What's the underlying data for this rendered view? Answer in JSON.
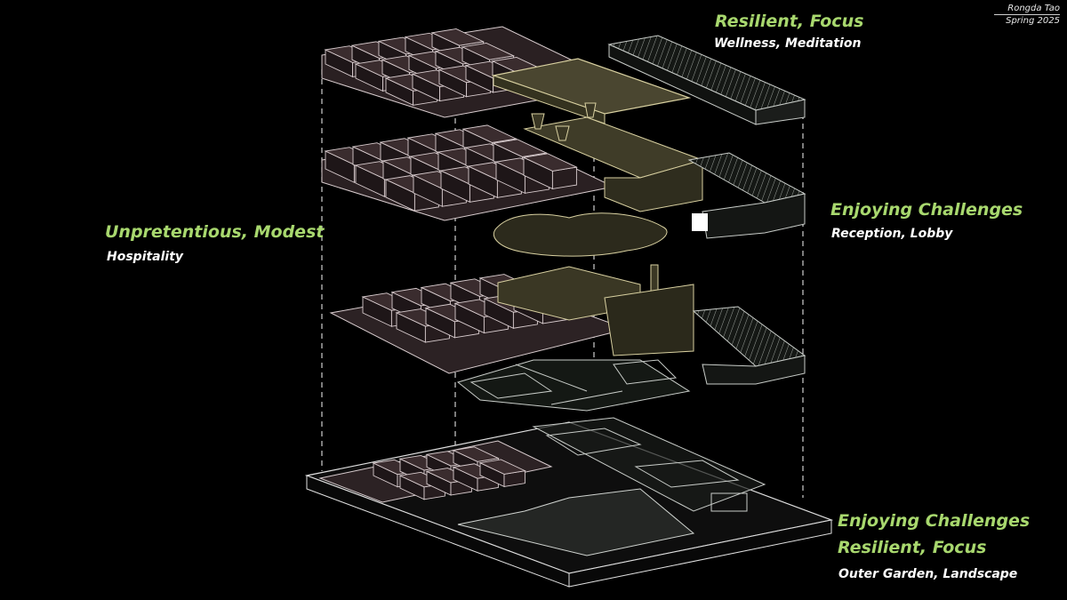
{
  "credit": {
    "author": "Rongda Tao",
    "term": "Spring 2025"
  },
  "labels": {
    "top_keyword": "Resilient, Focus",
    "top_program": "Wellness, Meditation",
    "left_keyword": "Unpretentious, Modest",
    "left_program": "Hospitality",
    "right_keyword": "Enjoying Challenges",
    "right_program": "Reception, Lobby",
    "bottom_keyword_1": "Enjoying Challenges",
    "bottom_keyword_2": "Resilient, Focus",
    "bottom_program": "Outer Garden, Landscape"
  },
  "colors": {
    "background": "#000000",
    "keyword_green": "#a8d86e",
    "room_fill": "#3a2c2e",
    "room_stroke": "#d9cdcf",
    "olive_fill": "#4a4630",
    "olive_stroke": "#d8d0a0",
    "grey_stroke": "#c8ccc8",
    "dash": "#cfcfcf"
  }
}
